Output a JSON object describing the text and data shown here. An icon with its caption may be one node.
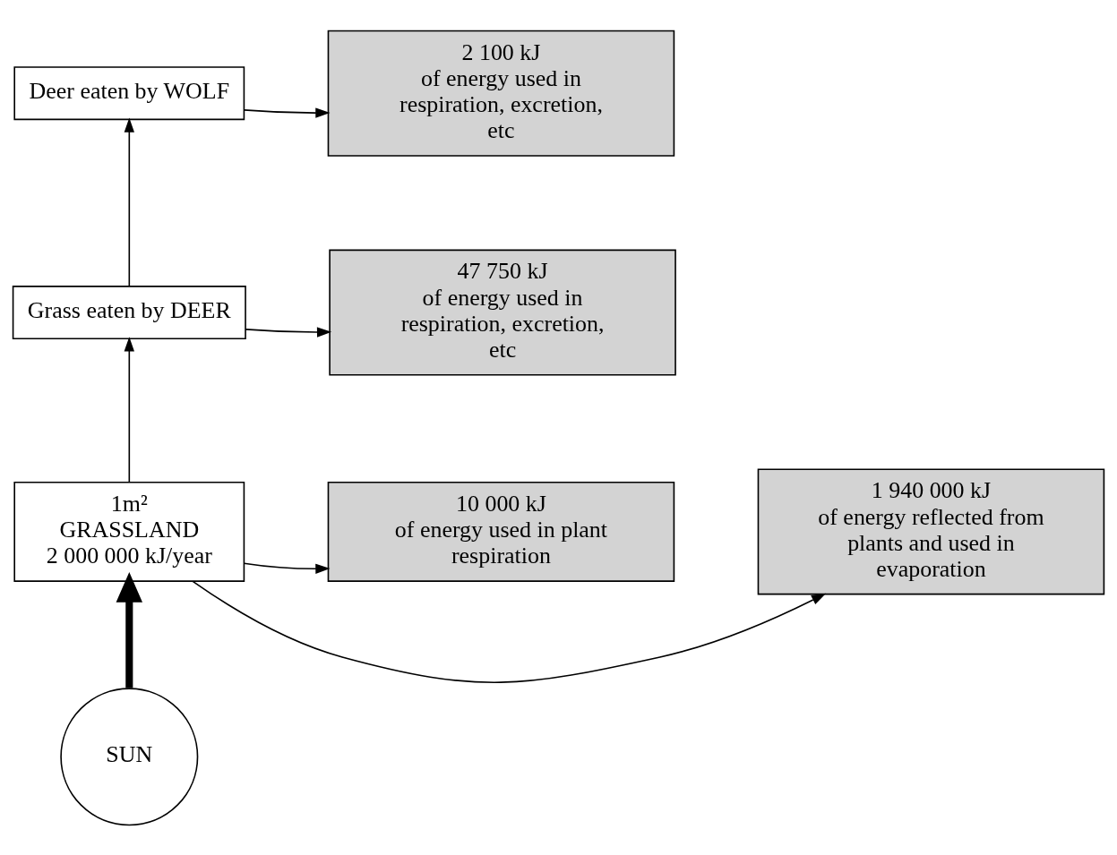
{
  "diagram": {
    "nodes": [
      {
        "text": [
          "Deer eaten by WOLF"
        ]
      },
      {
        "text": [
          "2 100 kJ",
          "of energy used in respiration, excretion, etc"
        ]
      },
      {
        "text": [
          "Grass eaten by DEER"
        ]
      },
      {
        "text": [
          "47 750 kJ",
          "of energy used in respiration, excretion, etc"
        ]
      },
      {
        "text": [
          "1 940 000 kJ",
          "of energy reflected from plants and used in evaporation"
        ]
      },
      {
        "text": [
          "1m²",
          "GRASSLAND",
          "2 000 000 kJ/year"
        ]
      },
      {
        "text": [
          "10 000 kJ",
          "of energy used in plant respiration"
        ]
      },
      {
        "text": [
          "SUN"
        ]
      }
    ],
    "edges": [
      {
        "from": 7,
        "to": 5,
        "arrow": "to",
        "style": "thick"
      },
      {
        "from": 5,
        "to": 4,
        "arrow": "to"
      },
      {
        "from": 5,
        "to": 6,
        "arrow": "to"
      },
      {
        "from": 5,
        "to": 2,
        "arrow": "to"
      },
      {
        "from": 2,
        "to": 3,
        "arrow": "to"
      },
      {
        "from": 2,
        "to": 0,
        "arrow": "to"
      },
      {
        "from": 0,
        "to": 1,
        "arrow": "to"
      }
    ]
  }
}
